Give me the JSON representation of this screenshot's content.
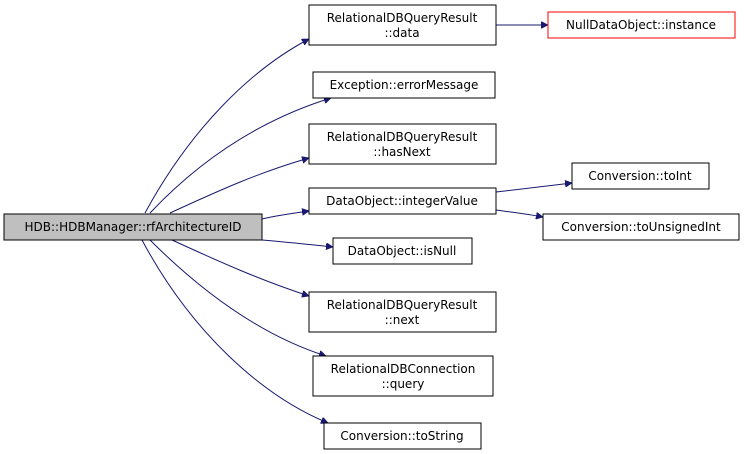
{
  "colors": {
    "edge": "#191970",
    "node_border": "#000000",
    "node_fill": "#ffffff",
    "root_fill": "#bfbfbf",
    "missing_border": "#ff0000"
  },
  "nodes": {
    "root": {
      "lines": [
        "HDB::HDBManager::rfArchitectureID"
      ]
    },
    "rdbqr_data": {
      "lines": [
        "RelationalDBQueryResult",
        "::data"
      ]
    },
    "null_instance": {
      "lines": [
        "NullDataObject::instance"
      ]
    },
    "exc_errormessage": {
      "lines": [
        "Exception::errorMessage"
      ]
    },
    "rdbqr_hasnext": {
      "lines": [
        "RelationalDBQueryResult",
        "::hasNext"
      ]
    },
    "dataobject_integervalue": {
      "lines": [
        "DataObject::integerValue"
      ]
    },
    "conversion_toint": {
      "lines": [
        "Conversion::toInt"
      ]
    },
    "conversion_tounsignedint": {
      "lines": [
        "Conversion::toUnsignedInt"
      ]
    },
    "dataobject_isnull": {
      "lines": [
        "DataObject::isNull"
      ]
    },
    "rdbqr_next": {
      "lines": [
        "RelationalDBQueryResult",
        "::next"
      ]
    },
    "rdbconn_query": {
      "lines": [
        "RelationalDBConnection",
        "::query"
      ]
    },
    "conversion_tostring": {
      "lines": [
        "Conversion::toString"
      ]
    }
  },
  "edges": [
    [
      "root",
      "rdbqr_data"
    ],
    [
      "root",
      "exc_errormessage"
    ],
    [
      "root",
      "rdbqr_hasnext"
    ],
    [
      "root",
      "dataobject_integervalue"
    ],
    [
      "root",
      "dataobject_isnull"
    ],
    [
      "root",
      "rdbqr_next"
    ],
    [
      "root",
      "rdbconn_query"
    ],
    [
      "root",
      "conversion_tostring"
    ],
    [
      "rdbqr_data",
      "null_instance"
    ],
    [
      "dataobject_integervalue",
      "conversion_toint"
    ],
    [
      "dataobject_integervalue",
      "conversion_tounsignedint"
    ]
  ]
}
